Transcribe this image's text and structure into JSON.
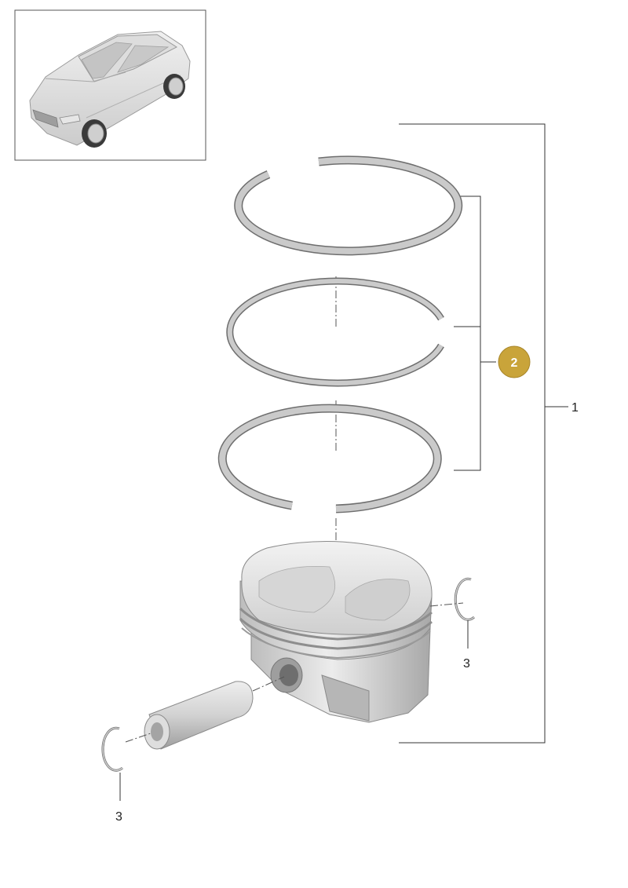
{
  "callouts": {
    "assembly": "1",
    "rings": "2",
    "circlip_right": "3",
    "circlip_left": "3"
  },
  "thumbnail": {
    "label": "vehicle-thumbnail"
  },
  "colors": {
    "ring": "#c9c9c9",
    "ring_edge": "#6e6e6e",
    "piston": "#dcdcdc",
    "piston_shadow": "#9a9a9a",
    "line": "#333333",
    "badge_fill": "#c9a43a",
    "badge_text": "#ffffff"
  }
}
